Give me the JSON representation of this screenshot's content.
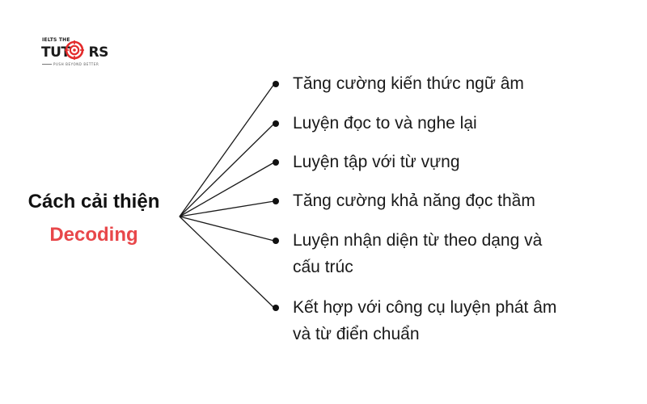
{
  "logo": {
    "small_text": "IELTS THE",
    "main_left": "TUT",
    "main_right": "RS",
    "tagline": "PUSH BEYOND BETTER",
    "accent_color": "#e32b2b"
  },
  "center": {
    "title": "Cách cải thiện",
    "subtitle": "Decoding",
    "subtitle_color": "#e8474a"
  },
  "branches": [
    {
      "line1": "Tăng cường kiến thức ngữ âm",
      "line2": ""
    },
    {
      "line1": "Luyện đọc to và nghe lại",
      "line2": ""
    },
    {
      "line1": "Luyện tập với từ vựng",
      "line2": ""
    },
    {
      "line1": "Tăng cường khả năng đọc thầm",
      "line2": ""
    },
    {
      "line1": "Luyện nhận diện từ theo dạng và",
      "line2": "cấu trúc"
    },
    {
      "line1": "Kết hợp với công cụ luyện phát âm",
      "line2": "và từ điển chuẩn"
    }
  ]
}
